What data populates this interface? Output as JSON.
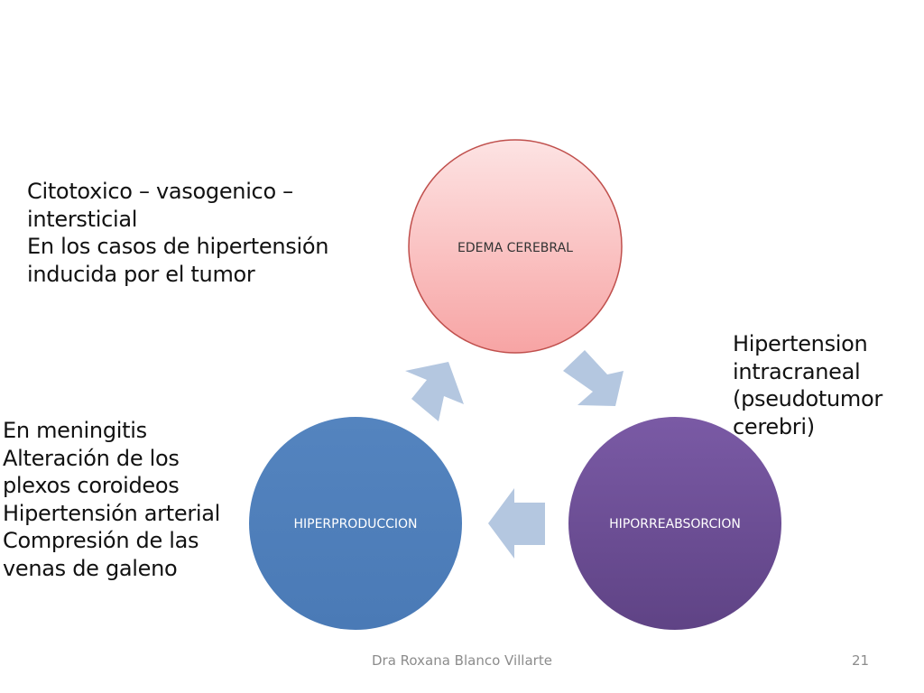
{
  "diagram": {
    "nodes": [
      {
        "id": "edema",
        "label": "EDEMA CEREBRAL"
      },
      {
        "id": "hiporreabsorcion",
        "label": "HIPORREABSORCION"
      },
      {
        "id": "hiperproduccion",
        "label": "HIPERPRODUCCION"
      }
    ],
    "edges": [
      {
        "from": "edema",
        "to": "hiporreabsorcion"
      },
      {
        "from": "hiporreabsorcion",
        "to": "hiperproduccion"
      },
      {
        "from": "hiperproduccion",
        "to": "edema"
      }
    ],
    "colors": {
      "edema_fill_top": "#fde3e3",
      "edema_fill_bottom": "#f7a7a7",
      "edema_stroke": "#c0504d",
      "hiporreabsorcion_fill": "#6b4b94",
      "hiperproduccion_fill": "#4f81bd",
      "arrow_fill": "#b4c7e0"
    }
  },
  "notes": {
    "left_top": [
      "Citotoxico – vasogenico –",
      "intersticial",
      "En los casos de hipertensión",
      "inducida por el tumor"
    ],
    "left_bottom": [
      "En meningitis",
      "Alteración de los",
      "plexos coroideos",
      "Hipertensión arterial",
      "Compresión de las",
      "venas de galeno"
    ],
    "right": [
      "Hipertension",
      "intracraneal",
      "(pseudotumor",
      "cerebri)"
    ]
  },
  "footer": {
    "author": "Dra Roxana Blanco Villarte",
    "page": "21"
  }
}
